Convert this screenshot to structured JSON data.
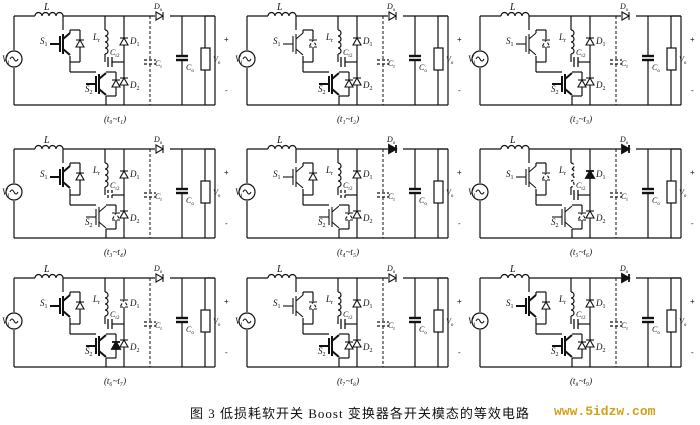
{
  "figure": {
    "caption": "图 3   低损耗软开关 Boost 变换器各开关模态的等效电路",
    "watermark": "www.5idzw.com",
    "labels": {
      "L": "L",
      "Vi": "V",
      "S1": "S",
      "S2": "S",
      "Lr": "L",
      "Cr2": "C",
      "D1": "D",
      "D2": "D",
      "Do": "D",
      "Cr": "C",
      "Co": "C",
      "Vo": "V",
      "plus": "+",
      "minus": "-"
    },
    "panels": [
      {
        "range": "(t₀~t₁)"
      },
      {
        "range": "(t₁~t₂)"
      },
      {
        "range": "(t₂~t₃)"
      },
      {
        "range": "(t₃~t₄)"
      },
      {
        "range": "(t₄~t₅)"
      },
      {
        "range": "(t₅~t₆)"
      },
      {
        "range": "(t₆~t₇)"
      },
      {
        "range": "(t₇~t₈)"
      },
      {
        "range": "(t₈~t₉)"
      }
    ]
  }
}
